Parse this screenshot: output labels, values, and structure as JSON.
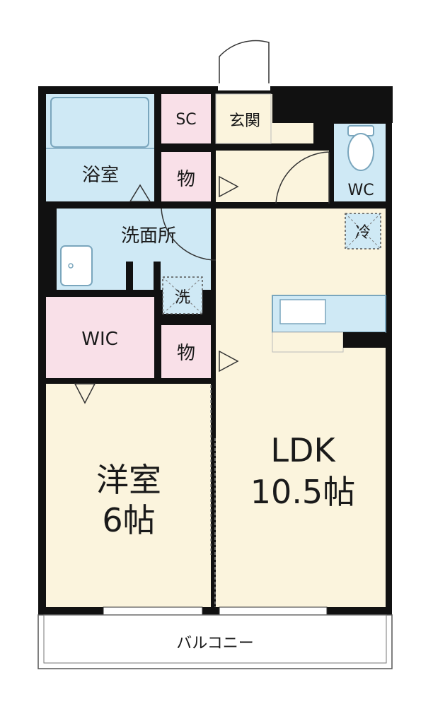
{
  "rooms": {
    "bathroom": "浴室",
    "sc": "SC",
    "entrance": "玄関",
    "storage_top": "物",
    "wc": "WC",
    "washroom": "洗面所",
    "fridge": "冷",
    "washer": "洗",
    "wic": "WIC",
    "storage_mid": "物",
    "western_room_name": "洋室",
    "western_room_size": "6帖",
    "ldk_name": "LDK",
    "ldk_size": "10.5帖",
    "balcony": "バルコニー"
  },
  "colors": {
    "wall": "#111111",
    "wet_area": "#cfe9f5",
    "storage": "#f9e0e8",
    "living": "#fbf4dd",
    "balcony": "#ffffff",
    "fixture_outline": "#7aa6bd"
  }
}
